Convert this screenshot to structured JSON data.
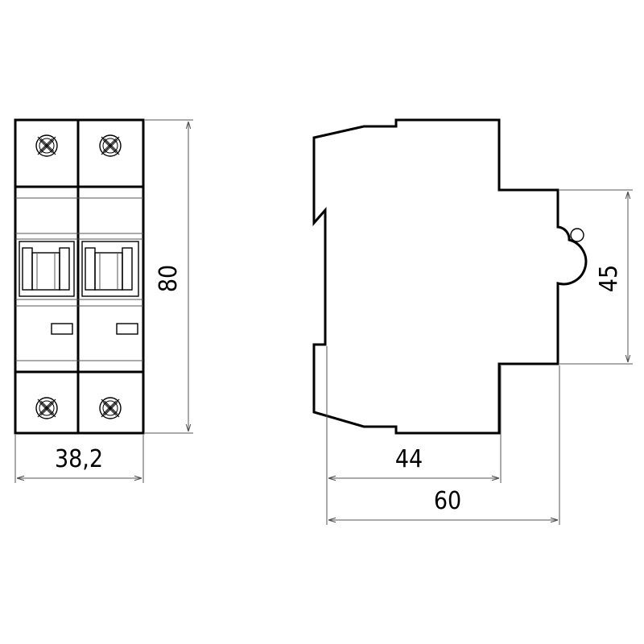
{
  "dimensions": {
    "front_width": "38,2",
    "front_height": "80",
    "side_depth_inner": "44",
    "side_depth_total": "60",
    "side_center_height": "45"
  },
  "colors": {
    "line": "#000000",
    "dimension_line": "#555555",
    "background": "#ffffff"
  }
}
